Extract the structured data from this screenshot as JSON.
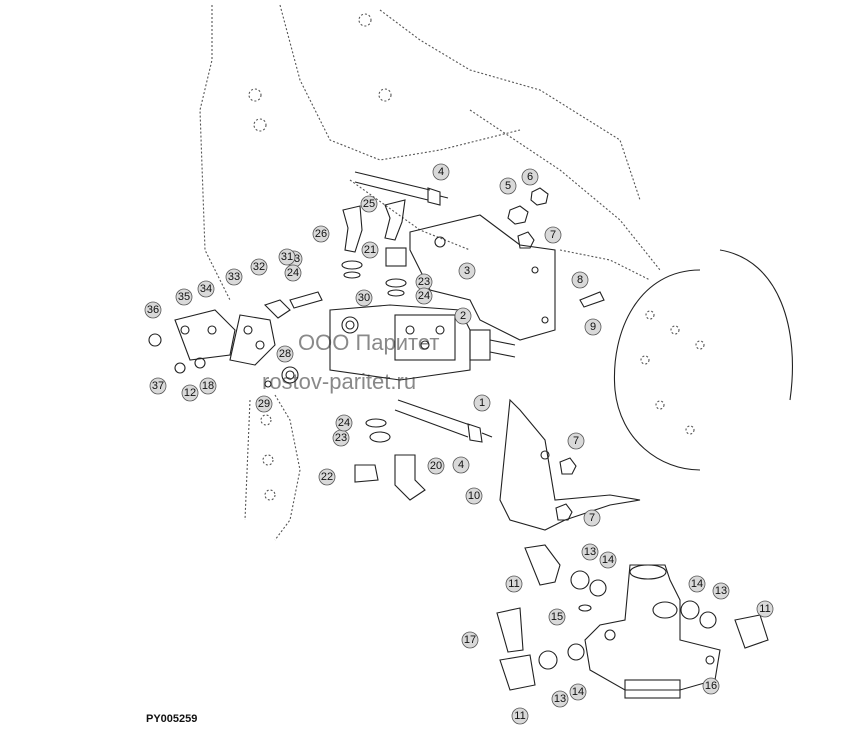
{
  "diagram": {
    "reference_code": "PY005259",
    "watermark_lines": [
      "ООО Паритет",
      "rostov-paritet.ru"
    ],
    "callouts": [
      {
        "label": "1"
      },
      {
        "label": "2"
      },
      {
        "label": "3"
      },
      {
        "label": "4"
      },
      {
        "label": "4"
      },
      {
        "label": "5"
      },
      {
        "label": "6"
      },
      {
        "label": "7"
      },
      {
        "label": "7"
      },
      {
        "label": "7"
      },
      {
        "label": "8"
      },
      {
        "label": "9"
      },
      {
        "label": "10"
      },
      {
        "label": "11"
      },
      {
        "label": "11"
      },
      {
        "label": "11"
      },
      {
        "label": "12"
      },
      {
        "label": "13"
      },
      {
        "label": "13"
      },
      {
        "label": "13"
      },
      {
        "label": "14"
      },
      {
        "label": "14"
      },
      {
        "label": "14"
      },
      {
        "label": "15"
      },
      {
        "label": "16"
      },
      {
        "label": "17"
      },
      {
        "label": "18"
      },
      {
        "label": "20"
      },
      {
        "label": "21"
      },
      {
        "label": "22"
      },
      {
        "label": "23"
      },
      {
        "label": "23"
      },
      {
        "label": "23"
      },
      {
        "label": "24"
      },
      {
        "label": "24"
      },
      {
        "label": "24"
      },
      {
        "label": "25"
      },
      {
        "label": "26"
      },
      {
        "label": "28"
      },
      {
        "label": "29"
      },
      {
        "label": "30"
      },
      {
        "label": "31"
      },
      {
        "label": "32"
      },
      {
        "label": "33"
      },
      {
        "label": "34"
      },
      {
        "label": "35"
      },
      {
        "label": "36"
      },
      {
        "label": "37"
      }
    ]
  }
}
